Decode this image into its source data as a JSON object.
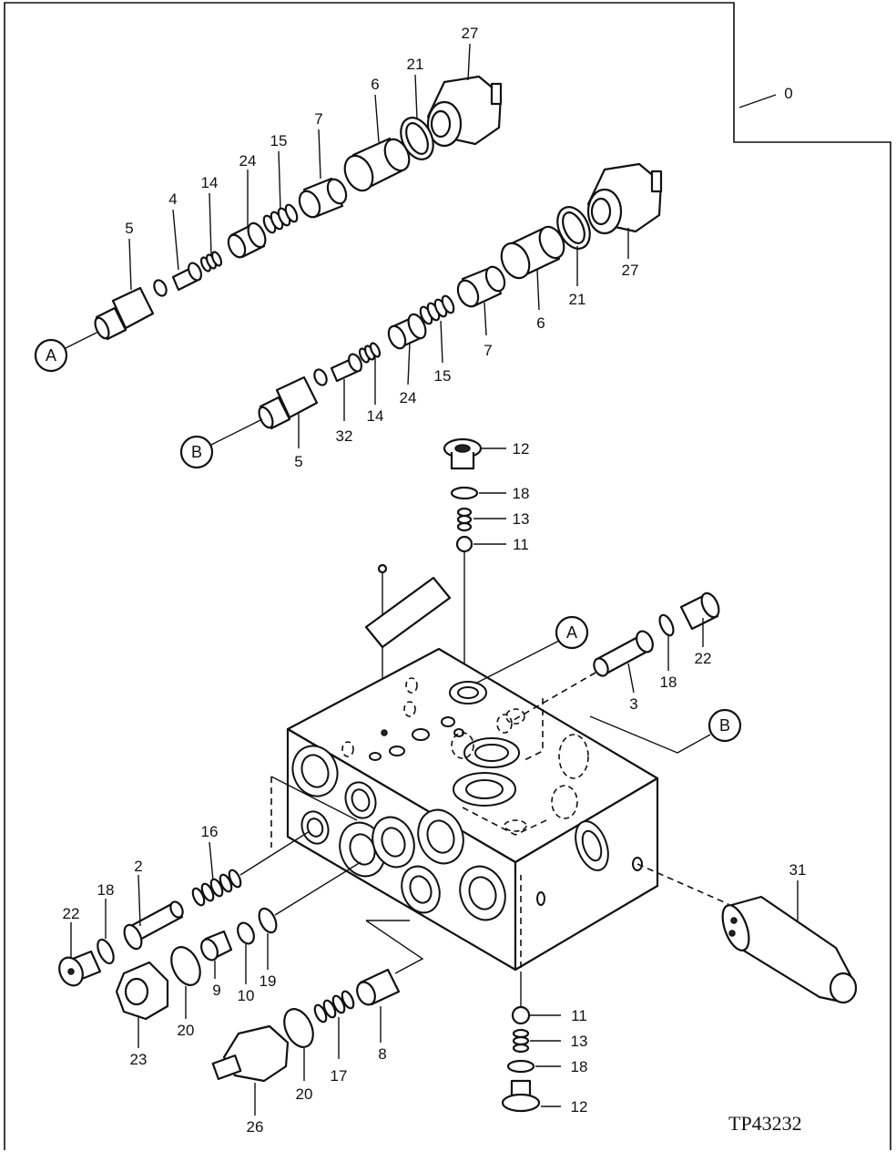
{
  "drawing_code": "TP43232",
  "group_number": "0",
  "port_refs": {
    "a": "A",
    "b": "B"
  },
  "labels": {
    "n27_top": "27",
    "n21_top": "21",
    "n6_top": "6",
    "n7_top": "7",
    "n15_top": "15",
    "n24_top": "24",
    "n14_top": "14",
    "n4": "4",
    "n5_top": "5",
    "n27_mid": "27",
    "n21_mid": "21",
    "n6_mid": "6",
    "n7_mid": "7",
    "n15_mid": "15",
    "n24_mid": "24",
    "n14_mid": "14",
    "n32": "32",
    "n5_mid": "5",
    "n12_top": "12",
    "n18_top": "18",
    "n13_top": "13",
    "n11_top": "11",
    "n22_right": "22",
    "n18_right": "18",
    "n3": "3",
    "n31": "31",
    "n16": "16",
    "n2": "2",
    "n18_left": "18",
    "n22_left": "22",
    "n23": "23",
    "n20_left": "20",
    "n9": "9",
    "n10": "10",
    "n19": "19",
    "n8": "8",
    "n17": "17",
    "n20_bottom": "20",
    "n26": "26",
    "n11_bottom": "11",
    "n13_bottom": "13",
    "n18_bottom": "18",
    "n12_bottom": "12"
  }
}
